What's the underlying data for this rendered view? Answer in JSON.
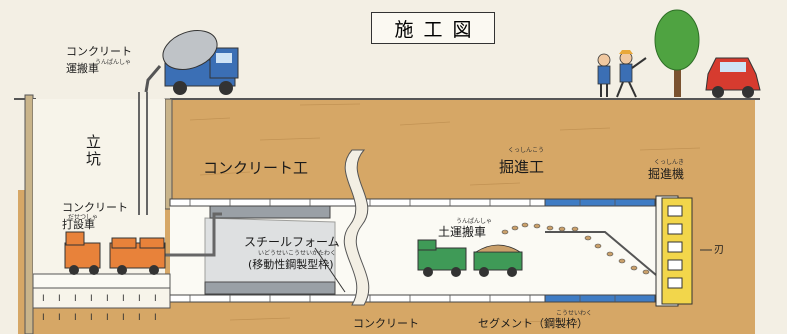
{
  "title": "施工図",
  "labels": {
    "concrete_transport_truck": "コンクリート\n運搬車",
    "concrete_transport_truck_ruby": "うんぱんしゃ",
    "shaft": "立\n坑",
    "concrete_pump_truck": "コンクリート\n打設車",
    "concrete_pump_truck_ruby": "だせつしゃ",
    "concrete_work": "コンクリート工",
    "excavation_work": "掘進工",
    "excavation_work_ruby": "くっしんこう",
    "boring_machine": "掘進機",
    "boring_machine_ruby": "くっしんき",
    "soil_transport_truck": "土運搬車",
    "soil_transport_truck_ruby": "うんぱんしゃ",
    "steel_form": "スチールフォーム",
    "steel_form_sub": "(移動性鋼製型枠)",
    "steel_form_ruby": "いどうせいこうせいかたわく",
    "cutter": "刃",
    "concrete_bottom": "コンクリート",
    "segment": "セグメント（鋼製枠）",
    "segment_ruby": "こうせいわく"
  },
  "colors": {
    "soil": "#d6a766",
    "soil_dark": "#b98a4c",
    "tunnel": "#fbfaf4",
    "segment_blue": "#3f7cc4",
    "concrete_grey": "#9aa0a6",
    "truck_orange": "#e8823a",
    "truck_green": "#3f9a57",
    "truck_blue": "#3b6fb5",
    "car_red": "#d63b2f",
    "tree_green": "#4fa341",
    "machine_yellow": "#f2d64b"
  }
}
